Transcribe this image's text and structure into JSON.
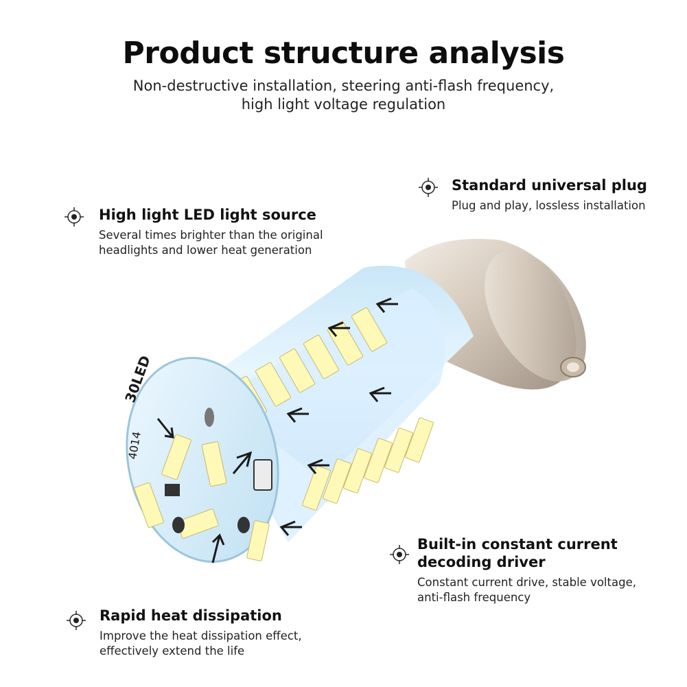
{
  "header": {
    "title": "Product structure analysis",
    "subtitle_line1": "Non-destructive installation, steering anti-flash frequency,",
    "subtitle_line2": "high light voltage regulation"
  },
  "features": {
    "led_source": {
      "heading": "High light LED light source",
      "desc_line1": "Several times brighter than the original",
      "desc_line2": "headlights and lower heat generation"
    },
    "plug": {
      "heading": "Standard universal plug",
      "desc_line1": "Plug and play, lossless installation"
    },
    "driver": {
      "heading_line1": "Built-in constant current",
      "heading_line2": "decoding driver",
      "desc_line1": "Constant current drive, stable voltage,",
      "desc_line2": "anti-flash frequency"
    },
    "heat": {
      "heading": "Rapid heat dissipation",
      "desc_line1": "Improve the heat dissipation effect,",
      "desc_line2": "effectively extend the life"
    }
  },
  "bulb_markings": {
    "led_count": "30LED",
    "model": "4014"
  },
  "colors": {
    "pcb_blue": "#d6ecf7",
    "led_yellow": "#fff9b8",
    "base_silver": "#d9cfc4"
  },
  "icons": {
    "marker": "crosshair-target-icon"
  }
}
